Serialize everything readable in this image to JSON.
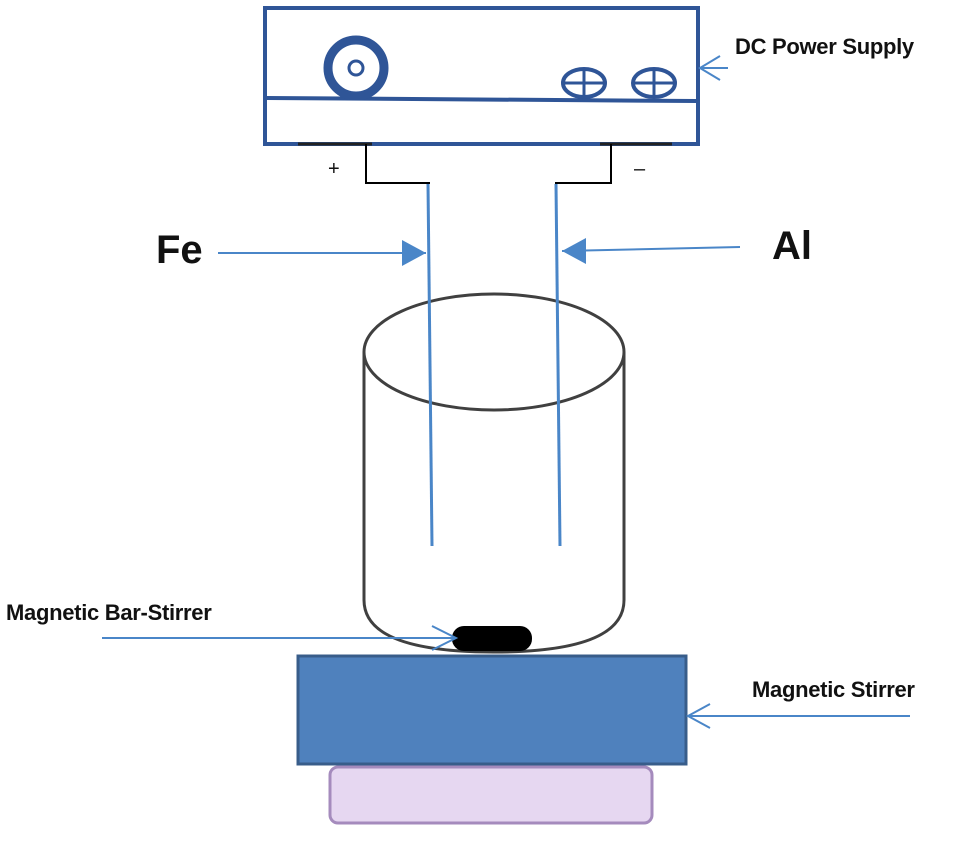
{
  "labels": {
    "power_supply": "DC Power Supply",
    "positive_terminal": "+",
    "negative_terminal": "–",
    "anode": "Fe",
    "cathode": "Al",
    "bar_stirrer": "Magnetic Bar-Stirrer",
    "magnetic_stirrer": "Magnetic Stirrer"
  },
  "colors": {
    "outline": "#2f5597",
    "arrow": "#4a86c8",
    "electrode": "#4a86c8",
    "stirrer_fill": "#4f81bd",
    "stirrer_stroke": "#385d8a",
    "base_fill": "#e6d7f1",
    "base_stroke": "#a58bbd",
    "beaker_stroke": "#404040",
    "bar_stirrer_fill": "#000000",
    "wire": "#000000"
  }
}
